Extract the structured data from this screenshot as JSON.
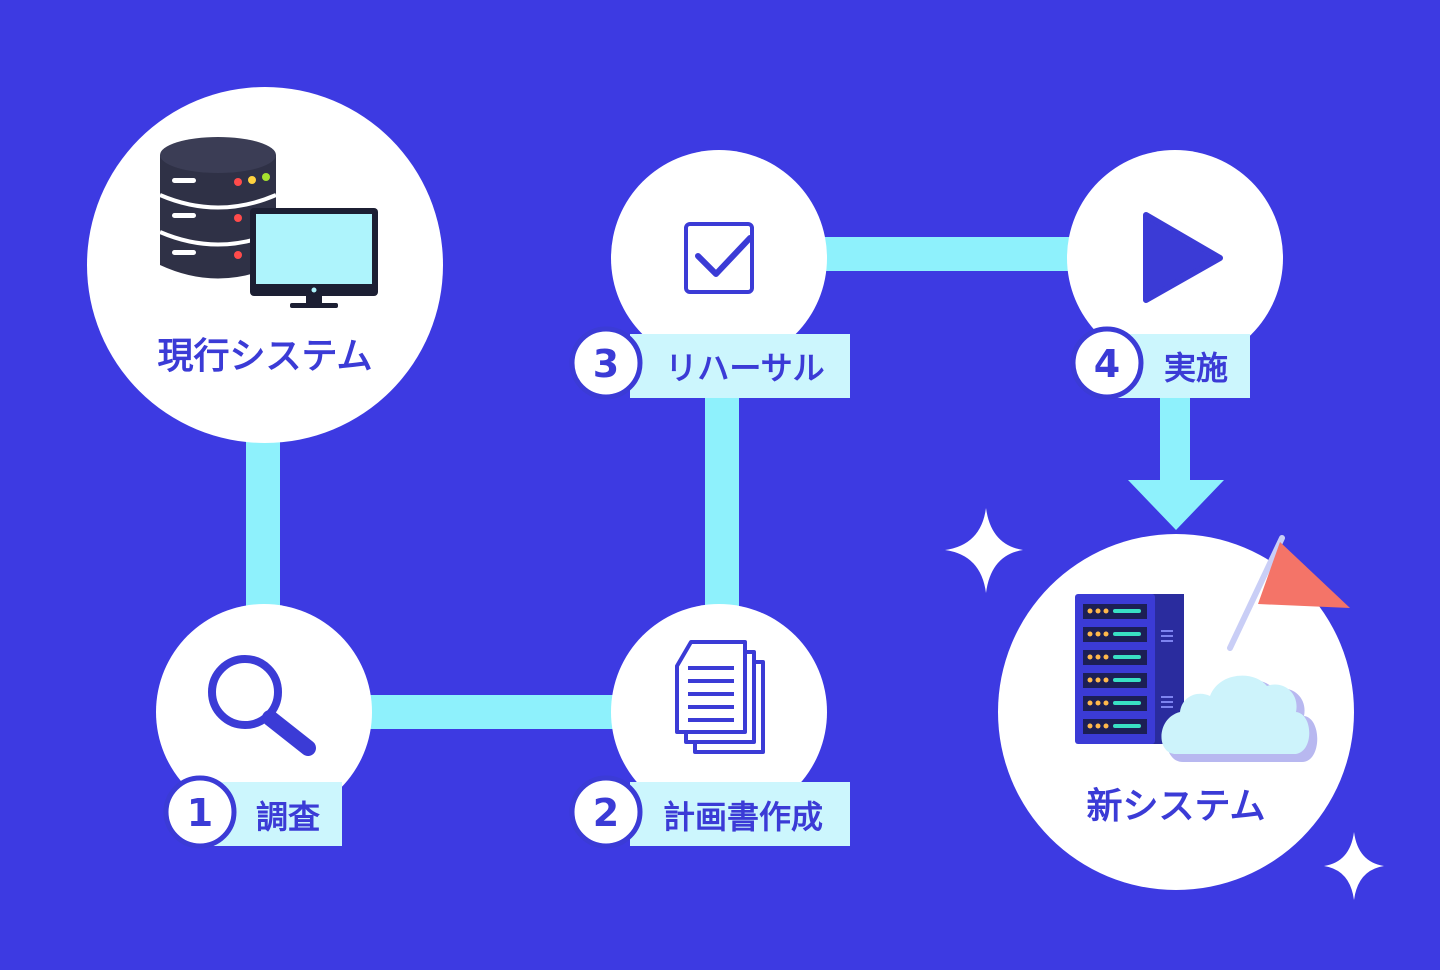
{
  "colors": {
    "background": "#3d3ae2",
    "connector": "#8ef1fc",
    "node": "#ffffff",
    "accent": "#3b3bd6",
    "flag": "#f47468",
    "cloud": "#cdf3fb"
  },
  "nodes": {
    "current": {
      "label": "現行システム",
      "icons": [
        "database-server-icon",
        "monitor-icon"
      ]
    },
    "new": {
      "label": "新システム",
      "icons": [
        "server-rack-icon",
        "flag-icon",
        "cloud-icon"
      ]
    }
  },
  "steps": [
    {
      "number": "1",
      "label": "調査",
      "icon": "magnifier-icon"
    },
    {
      "number": "2",
      "label": "計画書作成",
      "icon": "documents-icon"
    },
    {
      "number": "3",
      "label": "リハーサル",
      "icon": "checkbox-icon"
    },
    {
      "number": "4",
      "label": "実施",
      "icon": "play-icon"
    }
  ],
  "decorations": [
    "sparkle-icon",
    "sparkle-icon"
  ]
}
